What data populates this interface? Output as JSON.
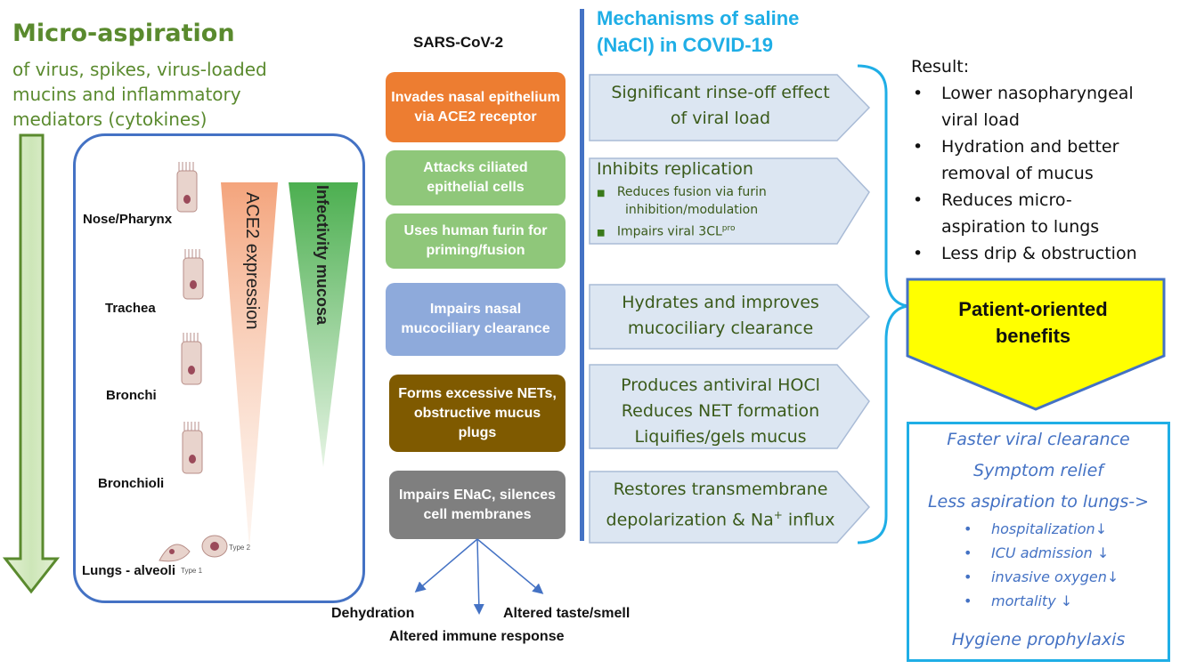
{
  "micro": {
    "title": "Micro-aspiration",
    "desc_lines": [
      "of virus, spikes, virus-loaded",
      "mucins and inflammatory",
      "mediators (cytokines)"
    ]
  },
  "tissues": [
    "Nose/Pharynx",
    "Trachea",
    "Bronchi",
    "Bronchioli",
    "Lungs - alveoli"
  ],
  "cell_type_labels": [
    "Type 1",
    "Type 2"
  ],
  "gradients": {
    "ace2": "ACE2 expression",
    "infectivity": "Infectivity mucosa"
  },
  "sars": {
    "title": "SARS-CoV-2",
    "mechanisms": [
      {
        "label": "Invades nasal epithelium via ACE2 receptor",
        "color": "#ed7d31"
      },
      {
        "label": "Attacks ciliated epithelial cells",
        "color": "#8fc77a"
      },
      {
        "label": "Uses human furin for priming/fusion",
        "color": "#8fc77a"
      },
      {
        "label": "Impairs nasal mucociliary clearance",
        "color": "#8eaadb"
      },
      {
        "label": "Forms excessive NETs, obstructive mucus plugs",
        "color": "#7f5a00"
      },
      {
        "label": "Impairs ENaC, silences cell membranes",
        "color": "#7f7f7f"
      }
    ],
    "effects": [
      "Dehydration",
      "Altered immune response",
      "Altered taste/smell"
    ]
  },
  "saline": {
    "title_lines": [
      "Mechanisms of saline",
      "(NaCl) in COVID-19"
    ],
    "chevron1": [
      "Significant rinse-off effect",
      "of viral load"
    ],
    "chevron2_title": "Inhibits replication",
    "chevron2_items": [
      "Reduces fusion via furin",
      "inhibition/modulation"
    ],
    "chevron2_item2": "Impairs viral 3CL",
    "chevron2_item2_sup": "pro",
    "chevron3": [
      "Hydrates and improves",
      "mucociliary clearance"
    ],
    "chevron4": [
      "Produces antiviral HOCl",
      "Reduces NET formation",
      "Liquifies/gels mucus"
    ],
    "chevron5_line1": "Restores transmembrane",
    "chevron5_line2a": "depolarization & Na",
    "chevron5_sup": "+",
    "chevron5_line2b": " influx"
  },
  "result": {
    "title": "Result:",
    "items": [
      [
        "Lower nasopharyngeal",
        "viral load"
      ],
      [
        "Hydration and better",
        "removal of mucus"
      ],
      [
        "Reduces micro-",
        "aspiration to lungs"
      ],
      [
        "Less drip & obstruction"
      ]
    ]
  },
  "benefits": {
    "title_line1": "Patient-oriented",
    "title_line2": "benefits"
  },
  "outcomes": {
    "main": [
      "Faster viral clearance",
      "Symptom relief",
      "Less aspiration to lungs->"
    ],
    "sub": [
      "hospitalization↓",
      "ICU admission ↓",
      "invasive oxygen↓",
      "mortality ↓"
    ],
    "footer": "Hygiene prophylaxis"
  },
  "colors": {
    "accent_blue": "#4472c4",
    "cyan": "#1faee6",
    "green_text": "#5a8a2e",
    "yellow": "#ffff00"
  }
}
